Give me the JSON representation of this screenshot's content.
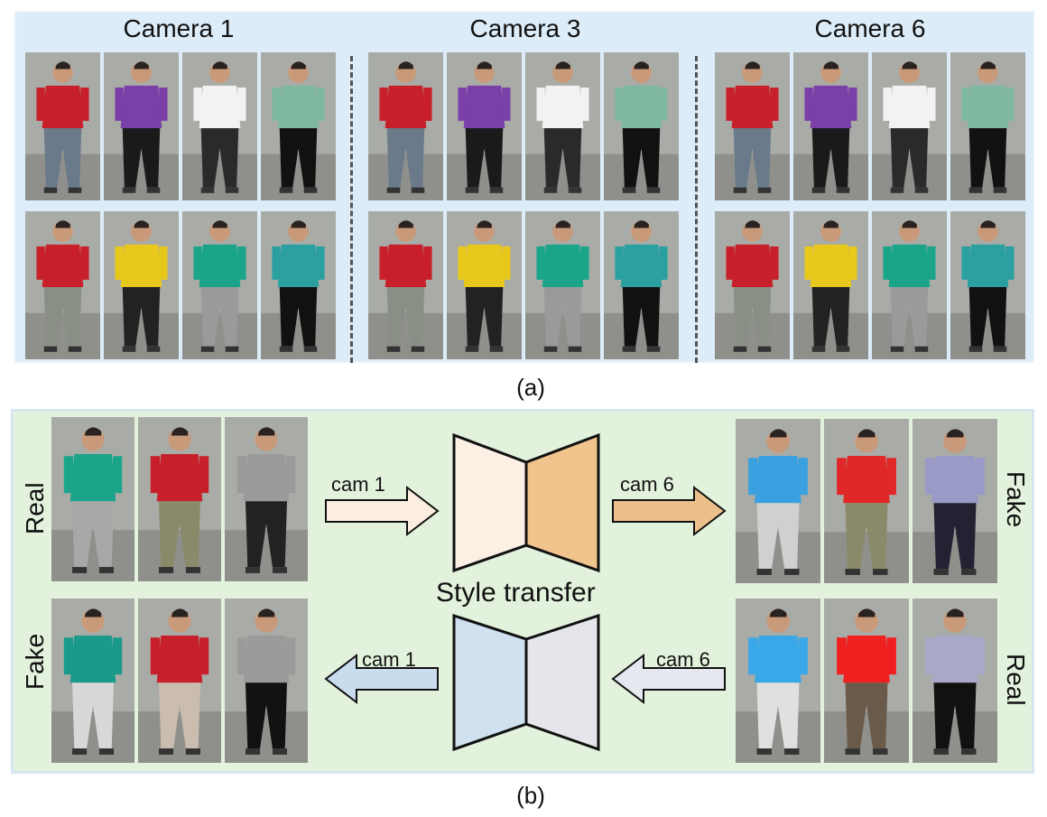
{
  "panel_a": {
    "cameras": [
      {
        "label": "Camera 1"
      },
      {
        "label": "Camera 3"
      },
      {
        "label": "Camera 6"
      }
    ],
    "caption": "(a)",
    "rows": [
      [
        {
          "shirt": "#c8202a",
          "pants": "#6a7a8a"
        },
        {
          "shirt": "#7b3fa8",
          "pants": "#1a1a1a"
        },
        {
          "shirt": "#f2f2f2",
          "pants": "#2a2a2a"
        },
        {
          "shirt": "#7fb8a0",
          "pants": "#111111"
        }
      ],
      [
        {
          "shirt": "#c8202a",
          "pants": "#8a8f86"
        },
        {
          "shirt": "#e8c81a",
          "pants": "#222222"
        },
        {
          "shirt": "#1aa58a",
          "pants": "#9a9a9a"
        },
        {
          "shirt": "#2aa0a0",
          "pants": "#111111"
        }
      ]
    ]
  },
  "panel_b": {
    "caption": "(b)",
    "style_transfer_label": "Style transfer",
    "top": {
      "left_label": "Real",
      "right_label": "Fake",
      "in_arrow_label": "cam 1",
      "out_arrow_label": "cam 6",
      "in_arrow_color": "#fbeee0",
      "out_arrow_color": "#ecc08a",
      "left_trap_color": "#fcefe4",
      "right_trap_color": "#f0c48c",
      "left_people": [
        {
          "shirt": "#1aa58a",
          "pants": "#a8a8a8"
        },
        {
          "shirt": "#c8202a",
          "pants": "#8a8a6a"
        },
        {
          "shirt": "#9a9a9a",
          "pants": "#222222"
        }
      ],
      "right_people": [
        {
          "shirt": "#3aa0e0",
          "pants": "#d0d0d0"
        },
        {
          "shirt": "#e02828",
          "pants": "#8a8a6a"
        },
        {
          "shirt": "#9a9ac8",
          "pants": "#222233"
        }
      ]
    },
    "bottom": {
      "left_label": "Fake",
      "right_label": "Real",
      "in_arrow_label": "cam 6",
      "out_arrow_label": "cam 1",
      "in_arrow_color": "#e6e8ef",
      "out_arrow_color": "#c8dcee",
      "left_trap_color": "#cfe0ef",
      "right_trap_color": "#e4e6ec",
      "left_people": [
        {
          "shirt": "#1a9a8a",
          "pants": "#d8d8d8"
        },
        {
          "shirt": "#c8202a",
          "pants": "#cbbcb0"
        },
        {
          "shirt": "#9a9a9a",
          "pants": "#111111"
        }
      ],
      "right_people": [
        {
          "shirt": "#3aa8e8",
          "pants": "#e0e0e0"
        },
        {
          "shirt": "#f02020",
          "pants": "#6a5a4a"
        },
        {
          "shirt": "#a8a8c8",
          "pants": "#111111"
        }
      ]
    }
  }
}
